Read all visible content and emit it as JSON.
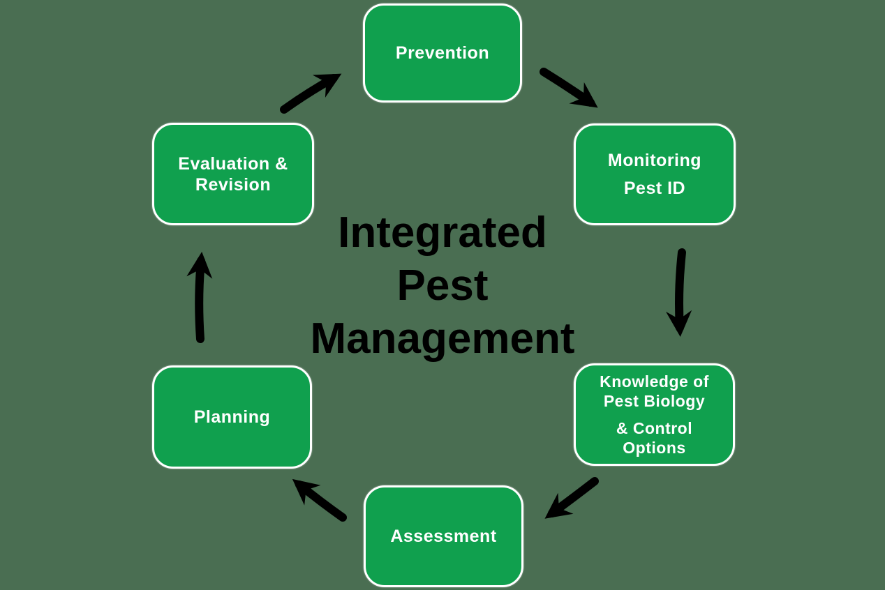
{
  "diagram": {
    "type": "cycle",
    "title": {
      "line1": "Integrated",
      "line2": "Pest",
      "line3": "Management"
    },
    "nodes": {
      "prevention": {
        "line1": "Prevention"
      },
      "monitoring": {
        "line1": "Monitoring",
        "line2": "Pest ID"
      },
      "knowledge": {
        "line1": "Knowledge of",
        "line2": "Pest Biology",
        "line3": "& Control",
        "line4": "Options"
      },
      "assessment": {
        "line1": "Assessment"
      },
      "planning": {
        "line1": "Planning"
      },
      "evaluation": {
        "line1": "Evaluation &",
        "line2": "Revision"
      }
    },
    "arrows": [
      {
        "name": "evaluation-to-prevention",
        "direction": "up-right"
      },
      {
        "name": "prevention-to-monitoring",
        "direction": "down-right"
      },
      {
        "name": "monitoring-to-knowledge",
        "direction": "down"
      },
      {
        "name": "knowledge-to-assessment",
        "direction": "down-left"
      },
      {
        "name": "assessment-to-planning",
        "direction": "up-left"
      },
      {
        "name": "planning-to-evaluation",
        "direction": "up"
      }
    ],
    "colors": {
      "background": "#4a6e52",
      "node_fill": "#10a04e",
      "node_border": "#ffffff",
      "node_text": "#ffffff",
      "title_text": "#000000",
      "arrow": "#000000"
    }
  }
}
